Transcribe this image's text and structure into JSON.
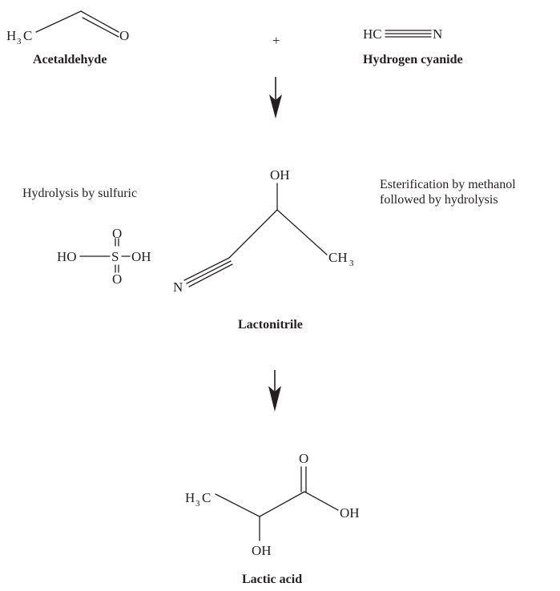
{
  "reactants": {
    "acetaldehyde": {
      "name": "Acetaldehyde",
      "atoms": {
        "methyl_h": "H",
        "methyl_sub": "3",
        "methyl_c": "C",
        "oxygen": "O"
      }
    },
    "plus": "+",
    "hydrogen_cyanide": {
      "name": "Hydrogen cyanide",
      "atoms": {
        "hc": "HC",
        "n": "N"
      }
    }
  },
  "intermediate": {
    "lactonitrile": {
      "name": "Lactonitrile",
      "atoms": {
        "oh": "OH",
        "n": "N",
        "methyl_c": "CH",
        "methyl_sub": "3"
      }
    },
    "left_note": "Hydrolysis by sulfuric",
    "sulfuric_acid": {
      "ho": "HO",
      "s": "S",
      "oh": "OH",
      "o_top": "O",
      "o_bottom": "O"
    },
    "right_note": {
      "line1": "Esterification by methanol",
      "line2": "followed by hydrolysis"
    }
  },
  "product": {
    "lactic_acid": {
      "name": "Lactic acid",
      "atoms": {
        "methyl_h": "H",
        "methyl_sub": "3",
        "methyl_c": "C",
        "carbonyl_o": "O",
        "acid_oh": "OH",
        "alpha_oh": "OH"
      }
    }
  },
  "arrow_icon": "down-arrow-icon",
  "colors": {
    "ink": "#231f20",
    "background": "#ffffff"
  }
}
